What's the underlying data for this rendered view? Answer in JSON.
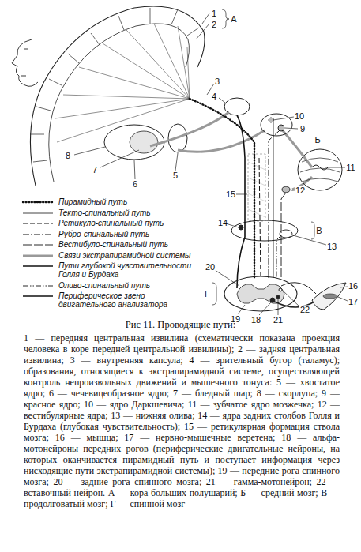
{
  "diagram": {
    "title": "Рис 11. Проводящие пути:",
    "caption": "1 — передняя центральная извилина (схематически показана проекция человека в коре передней центральной извилины); 2 — задняя центральная извилина; 3 — внутренняя капсула; 4 — зрительный бугор (таламус); образования, относящиеся к экстрапирамидной системе, осуществляющей контроль непроизвольных движений и мышечного тонуса: 5 — хвостатое ядро; 6 — чечевицеобразное ядро; 7 — бледный шар; 8 — скорлупа; 9 — красное ядро; 10 — ядро Даркшевича; 11 — зубчатое ядро мозжечка; 12 — вестибулярные ядра; 13 — нижняя олива; 14 — ядра задних столбов Голля и Бурдаха (глубокая чувствительность); 15 — ретикулярная формация ствола мозга; 16 — мышца; 17 — нервно-мышечные веретена; 18 — альфа-мотонейроны передних рогов (периферические двигательные нейроны, на которых оканчивается пирамидный путь и поступает информация через нисходящие пути экстрапирамидной системы); 19 — передние рога спинного мозга; 20 — задние рога спинного мозга; 21 — гамма-мотонейрон; 22 — вставочный нейрон. А — кора больших полушарий; Б — средний мозг; В — продолговатый мозг; Г — спинной мозг",
    "labels": [
      "1",
      "2",
      "А",
      "3",
      "4",
      "10",
      "9",
      "Б",
      "11",
      "12",
      "8",
      "7",
      "6",
      "5",
      "15",
      "14",
      "В",
      "13",
      "20",
      "16",
      "17",
      "Г",
      "19",
      "18",
      "21",
      "22"
    ],
    "legend": [
      {
        "text": "Пирамидный путь"
      },
      {
        "text": "Текто-спинальный путь"
      },
      {
        "text": "Ретикуло-спинальный путь"
      },
      {
        "text": "Рубро-спинальный путь"
      },
      {
        "text": "Вестибуло-спинальный путь"
      },
      {
        "text": "Связи экстрапирамидной системы"
      },
      {
        "text": "Пути глубокой чувствительности Голля и Бурдаха"
      },
      {
        "text": "Оливо-спинальный путь"
      },
      {
        "text": "Периферическое звено двигательного анализатора"
      }
    ]
  }
}
